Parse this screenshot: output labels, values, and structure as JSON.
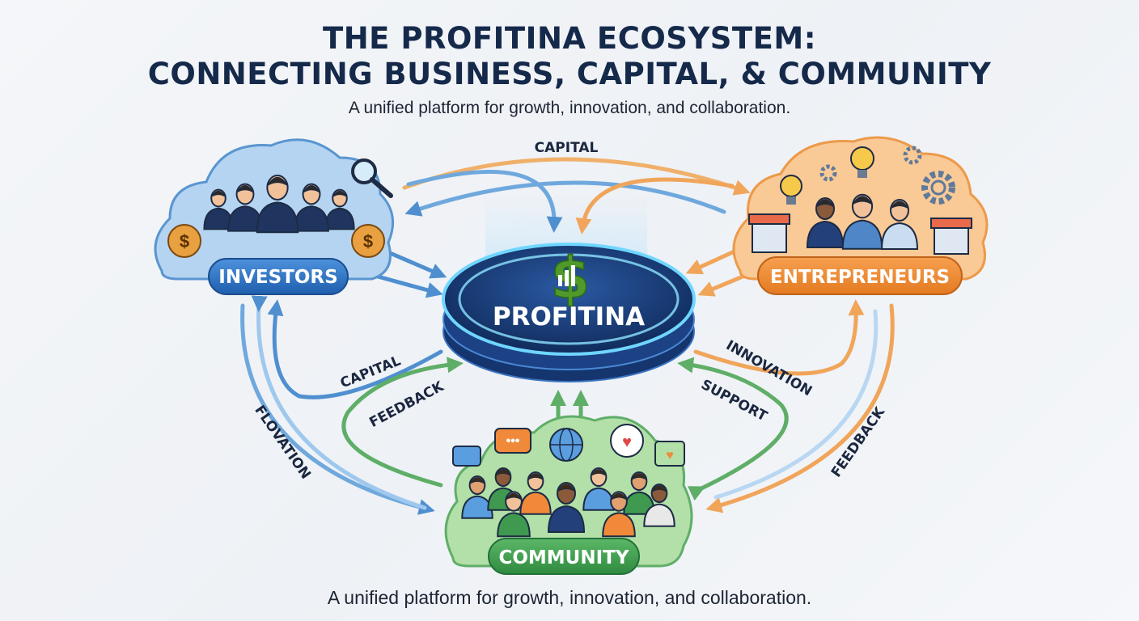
{
  "header": {
    "title_line1": "THE PROFITINA ECOSYSTEM:",
    "title_line2": "CONNECTING BUSINESS, CAPITAL, & COMMUNITY",
    "subtitle": "A unified platform for growth, innovation, and collaboration."
  },
  "hub": {
    "label": "PROFITINA",
    "logo_icon": "dollar-chart-icon"
  },
  "nodes": {
    "investors": {
      "label": "INVESTORS",
      "color": "#2f73c4"
    },
    "entrepreneurs": {
      "label": "ENTREPRENEURS",
      "color": "#ee8a34"
    },
    "community": {
      "label": "COMMUNITY",
      "color": "#3f9a4f"
    }
  },
  "flows": {
    "top_capital": "CAPITAL",
    "left_capital": "CAPITAL",
    "left_feedback": "FEEDBACK",
    "left_outer": "FLOVATION",
    "right_innovation": "INNOVATION",
    "right_support": "SUPPORT",
    "right_feedback": "FEEDBACK"
  },
  "footer": {
    "tagline": "A unified platform for growth, innovation, and collaboration."
  }
}
